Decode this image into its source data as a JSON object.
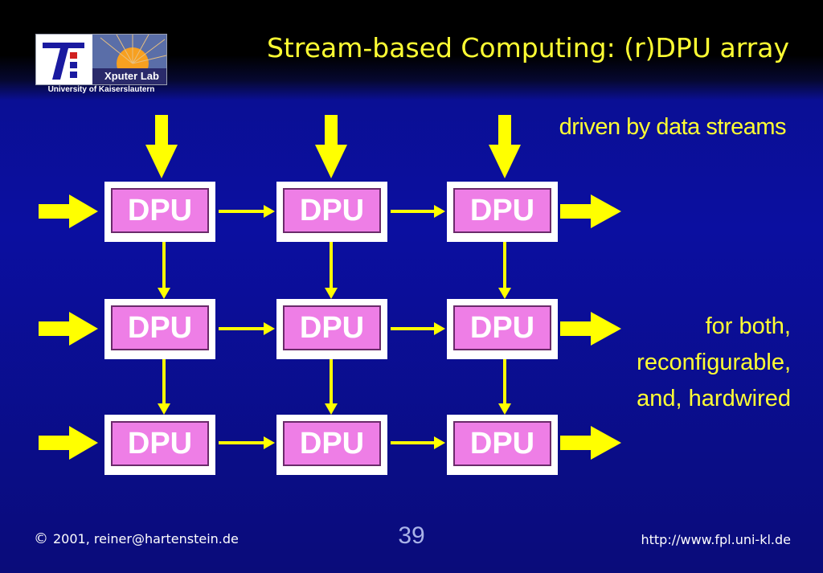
{
  "slide": {
    "title": "Stream-based Computing: (r)DPU array",
    "page_number": "39"
  },
  "logo": {
    "lab_name": "Xputer Lab",
    "university": "University of Kaiserslautern"
  },
  "notes": {
    "top": "driven by data streams",
    "right_lines": [
      "for both,",
      "reconfigurable,",
      "and, hardwired"
    ]
  },
  "grid": {
    "cell_label": "DPU",
    "rows": 3,
    "cols": 3
  },
  "footer": {
    "copyright_symbol": "©",
    "copyright_text": "2001, reiner@hartenstein.de",
    "url": "http://www.fpl.uni-kl.de"
  },
  "colors": {
    "background": "#0a0f8c",
    "accent_yellow": "#ffff33",
    "dpu_fill": "#ee7ee6"
  }
}
